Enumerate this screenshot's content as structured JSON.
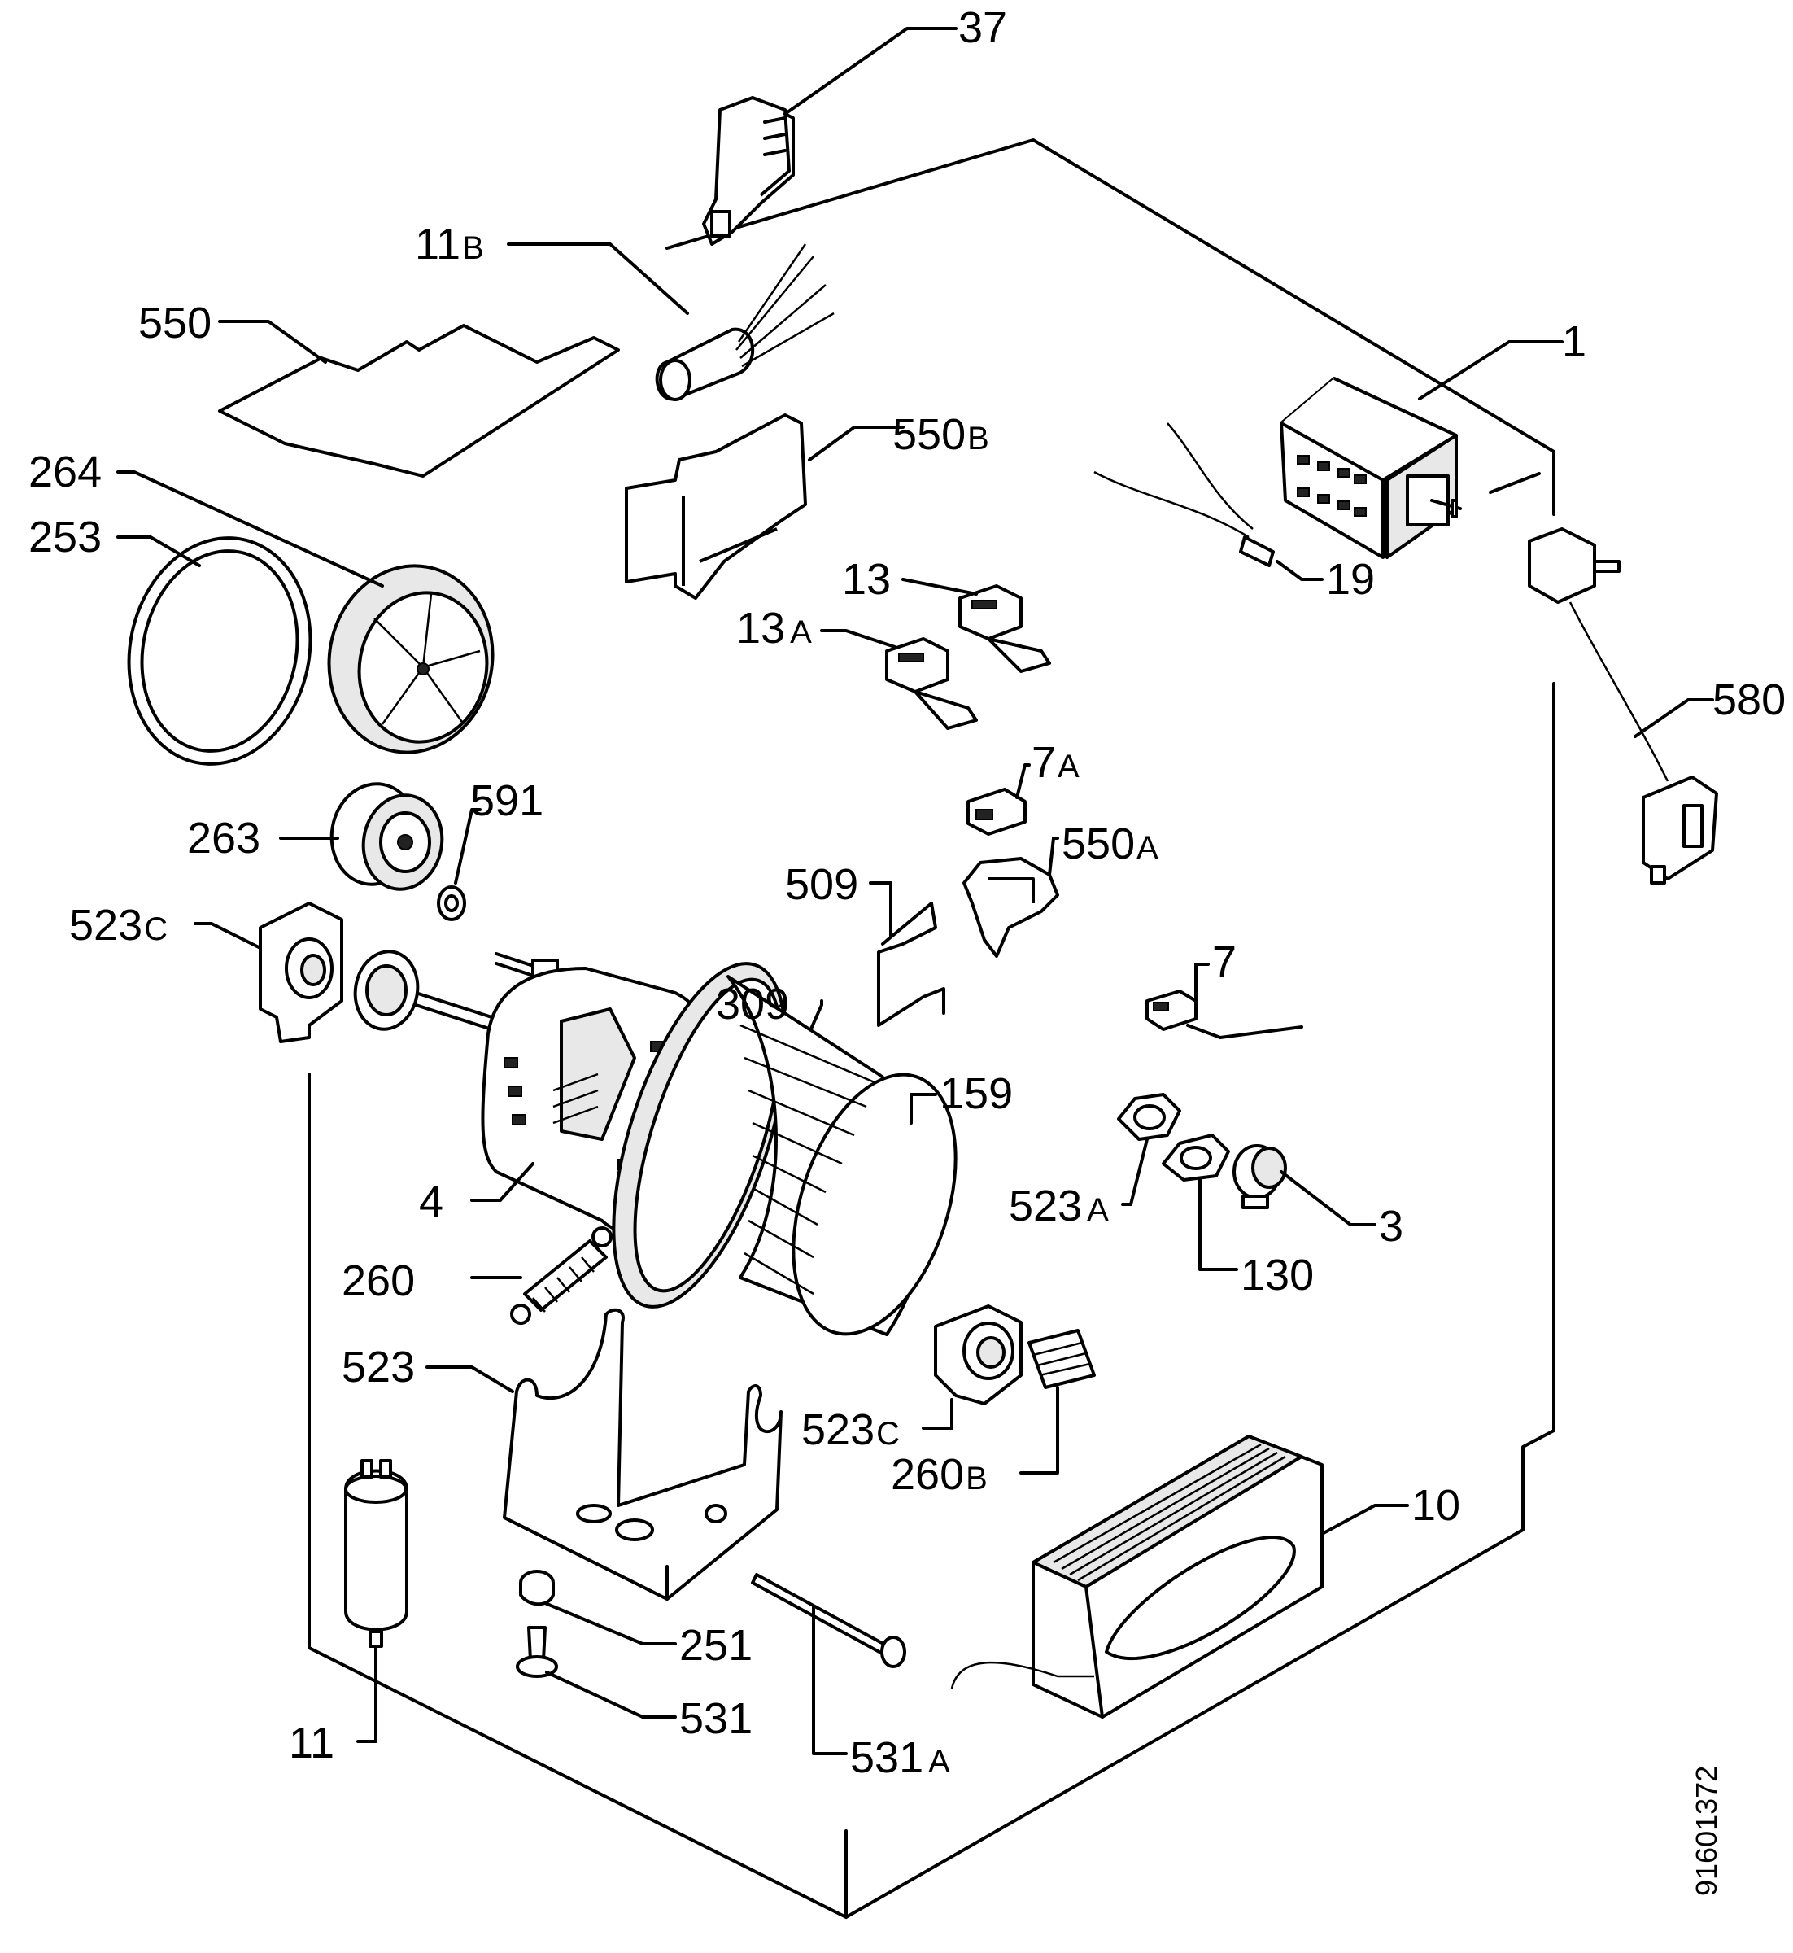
{
  "labels": {
    "p37": "37",
    "p11": "11",
    "p11b_sub": "B",
    "p550": "550",
    "p550b": "550",
    "p550b_sub": "B",
    "p1": "1",
    "p264": "264",
    "p253": "253",
    "p13": "13",
    "p13a": "13",
    "p13a_sub": "A",
    "p19": "19",
    "p580": "580",
    "p7a": "7",
    "p7a_sub": "A",
    "p263": "263",
    "p591": "591",
    "p550a": "550",
    "p550a_sub": "A",
    "p523c_left": "523",
    "p523c_left_sub": "C",
    "p509": "509",
    "p7": "7",
    "p309": "309",
    "p159": "159",
    "p4": "4",
    "p523a": "523",
    "p523a_sub": "A",
    "p3": "3",
    "p260": "260",
    "p130": "130",
    "p523": "523",
    "p523c_right": "523",
    "p523c_right_sub": "C",
    "p260b": "260",
    "p260b_sub": "B",
    "p10": "10",
    "p251": "251",
    "p531": "531",
    "p11_cap": "11",
    "p531a": "531",
    "p531a_sub": "A"
  },
  "document_id": "91601372"
}
